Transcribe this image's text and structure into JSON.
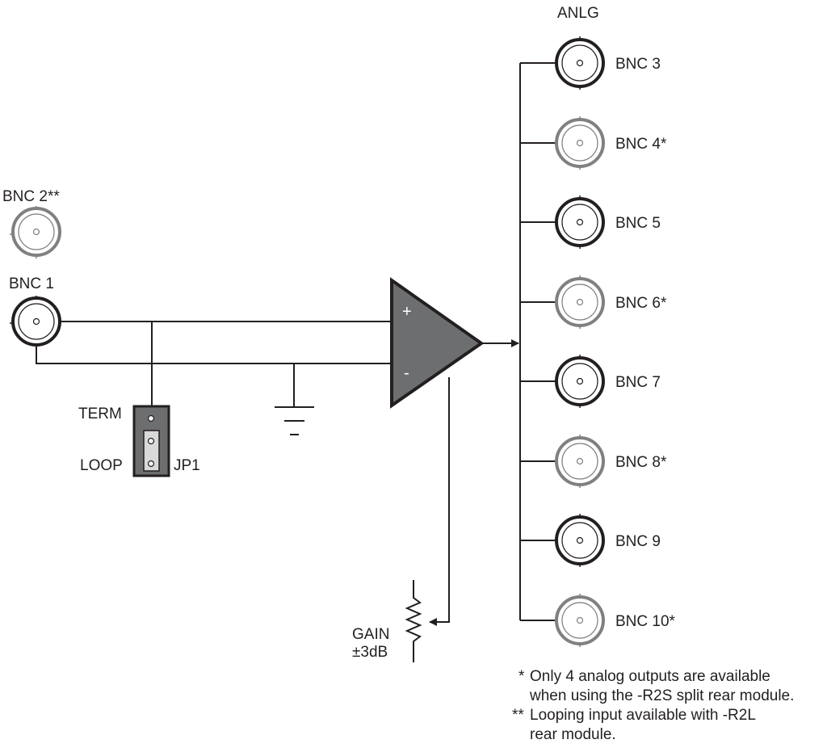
{
  "diagram": {
    "type": "signal-flow schematic",
    "output_group_label": "ANLG",
    "colors": {
      "line": "#231f20",
      "amp_fill": "#6d6e70",
      "connector_active": "#231f20",
      "connector_optional": "#808080",
      "jumper_body": "#6d6e70",
      "jumper_shunt": "#d9d9d9"
    },
    "inputs": [
      {
        "id": "bnc2",
        "label": "BNC 2**",
        "style": "optional"
      },
      {
        "id": "bnc1",
        "label": "BNC 1",
        "style": "active"
      }
    ],
    "jumper": {
      "name": "JP1",
      "positions": [
        "TERM",
        "LOOP"
      ],
      "selected": "LOOP"
    },
    "amplifier": {
      "plus": "+",
      "minus": "-"
    },
    "gain_control": {
      "label": "GAIN",
      "range": "±3dB"
    },
    "outputs": [
      {
        "label": "BNC 3",
        "style": "active"
      },
      {
        "label": "BNC 4*",
        "style": "optional"
      },
      {
        "label": "BNC 5",
        "style": "active"
      },
      {
        "label": "BNC 6*",
        "style": "optional"
      },
      {
        "label": "BNC 7",
        "style": "active"
      },
      {
        "label": "BNC 8*",
        "style": "optional"
      },
      {
        "label": "BNC 9",
        "style": "active"
      },
      {
        "label": "BNC 10*",
        "style": "optional"
      }
    ],
    "footnotes": [
      {
        "mark": "*",
        "lines": [
          "Only 4 analog outputs are available",
          "when using the -R2S split rear module."
        ]
      },
      {
        "mark": "**",
        "lines": [
          "Looping input available with -R2L",
          "rear module."
        ]
      }
    ]
  }
}
